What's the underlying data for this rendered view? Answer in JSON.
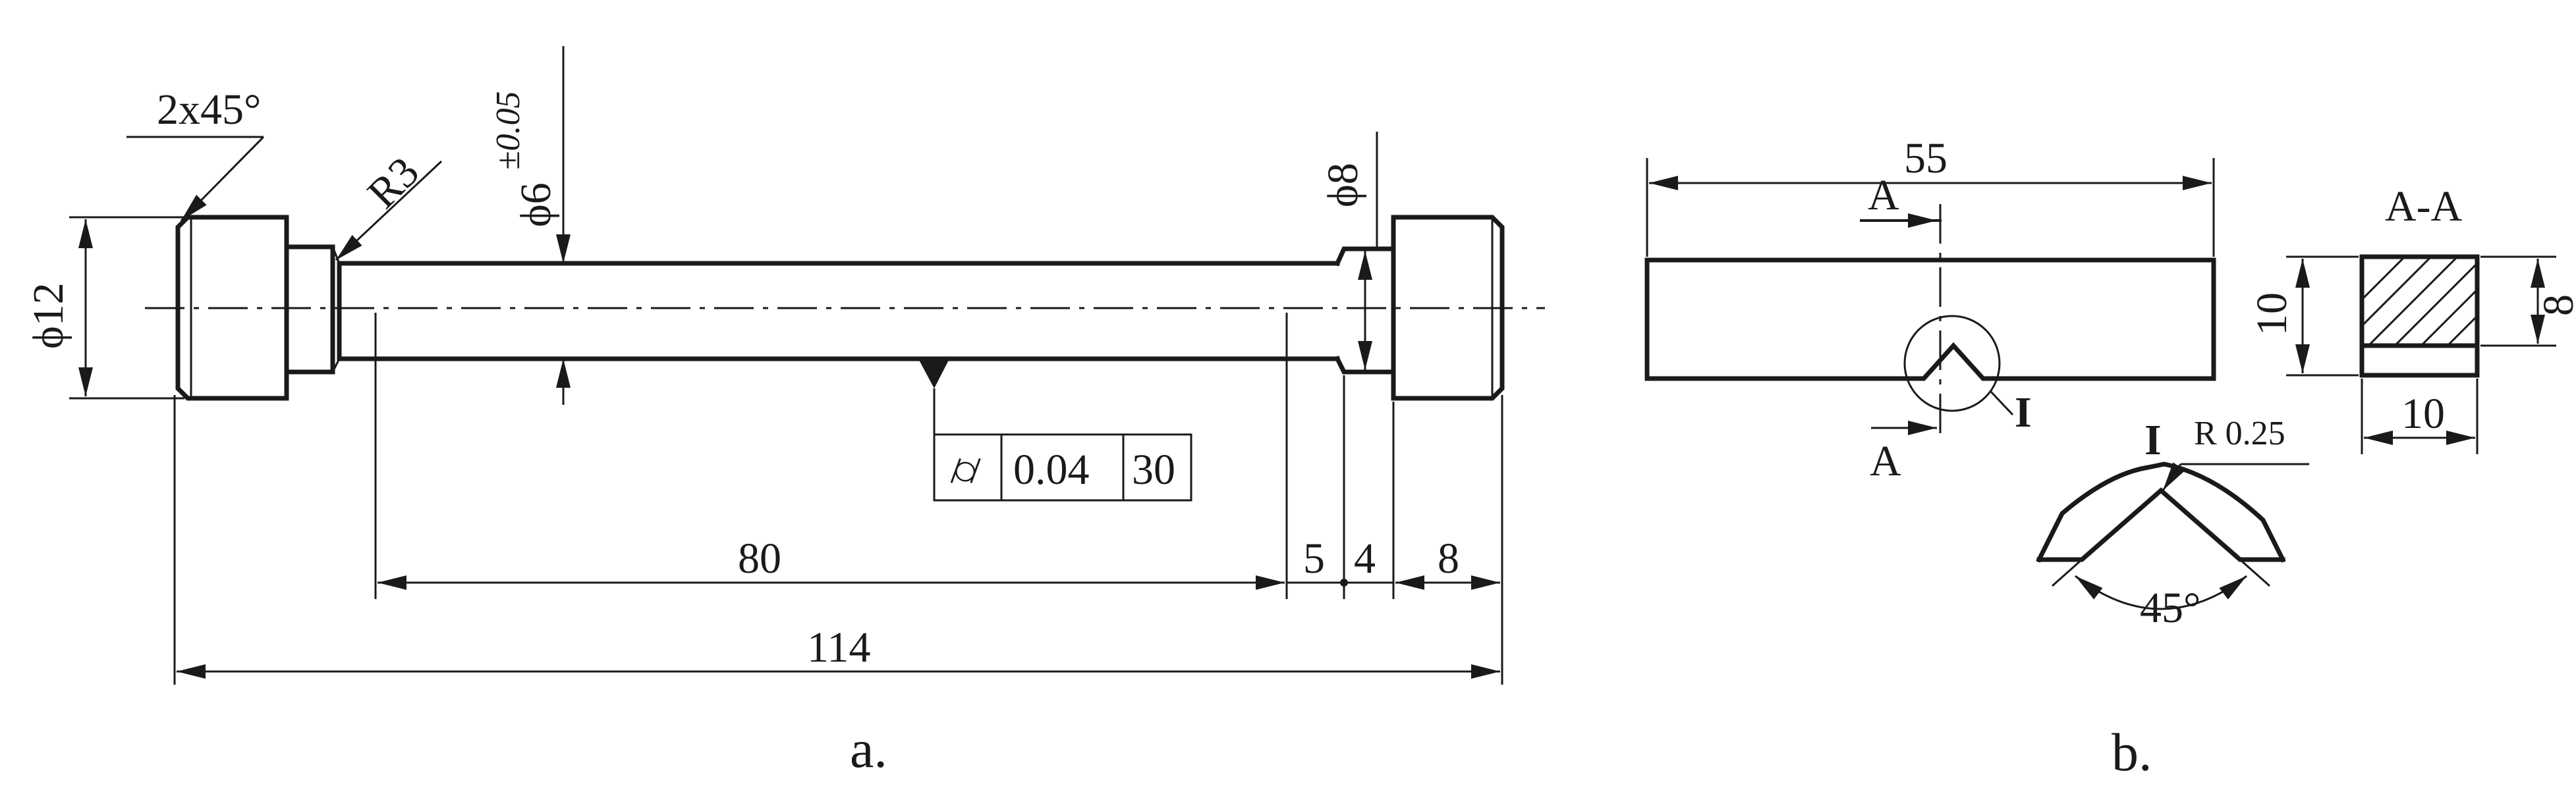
{
  "part_a": {
    "chamfer": "2x45°",
    "radius": "R3",
    "dia_left": "ϕ12",
    "dia_shaft": "ϕ6",
    "dia_shaft_tol": "±0.05",
    "dia_right": "ϕ8",
    "tolerance_frame": {
      "symbol": "⌭",
      "value": "0.04",
      "length": "30"
    },
    "dims": {
      "gauge_length": "80",
      "groove_near": "5",
      "groove_width": "4",
      "head_length": "8",
      "total_length": "114"
    },
    "caption": "a."
  },
  "part_b": {
    "length": "55",
    "height": "10",
    "section_title": "A-A",
    "section_width": "10",
    "section_height": "8",
    "cut_label_top": "A",
    "cut_label_bottom": "A",
    "detail_ref": "I",
    "detail_title": "I",
    "notch_radius": "R 0.25",
    "notch_angle": "45°",
    "caption": "b."
  }
}
